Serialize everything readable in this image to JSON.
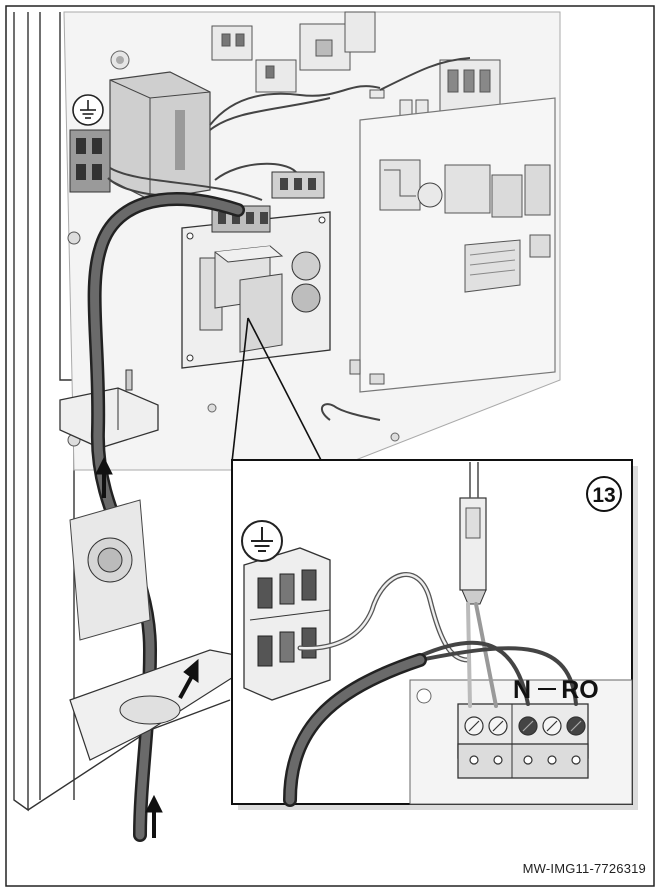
{
  "figure": {
    "step_number": "13",
    "reference_code": "MW-IMG11-7726319",
    "terminal_labels": {
      "neutral": "N",
      "relay_output": "RO"
    },
    "ground_symbol": "protective-earth-symbol"
  },
  "colors": {
    "outline": "#222222",
    "cable_dark": "#555555",
    "cable_light": "#bbbbbb",
    "panel_fill": "#f2f2f2",
    "board_fill": "#e4e4e4"
  }
}
